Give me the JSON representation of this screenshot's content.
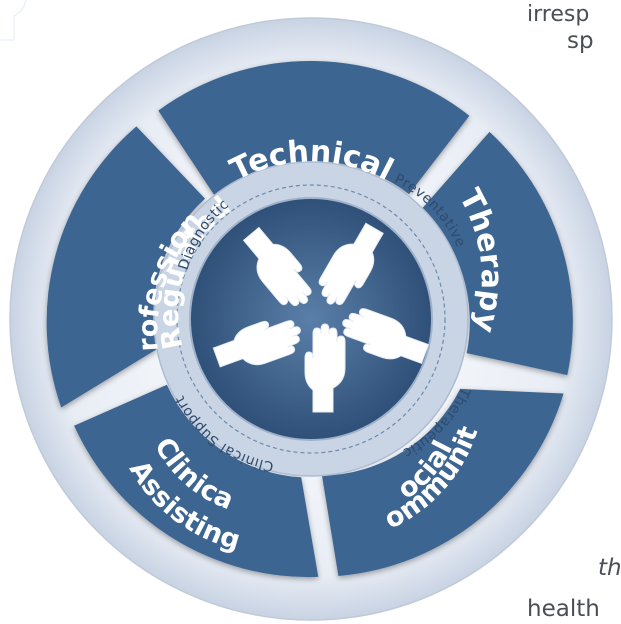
{
  "side_text": {
    "line1": "irresp",
    "line2": "sp",
    "line3": "th",
    "line4": "health"
  },
  "outer_segments": [
    {
      "id": "technical",
      "label": "Technical"
    },
    {
      "id": "therapy",
      "label": "Therapy"
    },
    {
      "id": "social-community",
      "label": "Social /",
      "label2": "Community"
    },
    {
      "id": "clinical-assisting",
      "label": "Clinical",
      "label2": "Assisting"
    },
    {
      "id": "regulated-professions",
      "label": "Regulated",
      "label2": "Professions"
    }
  ],
  "inner_ring_labels": [
    {
      "id": "diagnostic",
      "label": "Diagnostic"
    },
    {
      "id": "preventative",
      "label": "Preventative"
    },
    {
      "id": "therapeutic",
      "label": "Therapeutic"
    },
    {
      "id": "clinical-support",
      "label": "Clinical Support"
    }
  ],
  "center": {
    "icon": "hands-icon"
  },
  "colors": {
    "segment": "#3e6591",
    "segment_dark": "#2f5078",
    "outer_ring": "#dfe6f0",
    "inner_ring": "#c9d5e5",
    "text_body": "#4a4f57"
  }
}
